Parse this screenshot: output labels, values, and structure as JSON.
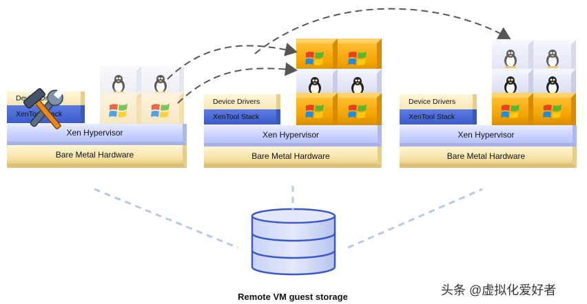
{
  "hosts": [
    {
      "device_drivers": "Device Drivers",
      "toolstack": "XenTool Stack",
      "hypervisor": "Xen Hypervisor",
      "bare_metal": "Bare Metal Hardware"
    },
    {
      "device_drivers": "Device Drivers",
      "toolstack": "XenTool Stack",
      "hypervisor": "Xen Hypervisor",
      "bare_metal": "Bare Metal Hardware"
    },
    {
      "device_drivers": "Device Drivers",
      "toolstack": "XenTool Stack",
      "hypervisor": "Xen Hypervisor",
      "bare_metal": "Bare Metal Hardware"
    }
  ],
  "storage_caption": "Remote VM guest storage",
  "watermark": "头条 @虚拟化爱好者",
  "colors": {
    "windows_vm": "#f2a300",
    "linux_vm": "#d8dbf0",
    "hypervisor": "#c9d1ff",
    "bare_metal": "#f7e2a6",
    "toolstack": "#3b5ccc",
    "arrow": "#555555",
    "dashed_link": "#b8c8e6"
  },
  "icons": [
    "windows-logo-icon",
    "linux-penguin-icon",
    "wrench-hammer-icon",
    "database-cylinder-icon"
  ]
}
